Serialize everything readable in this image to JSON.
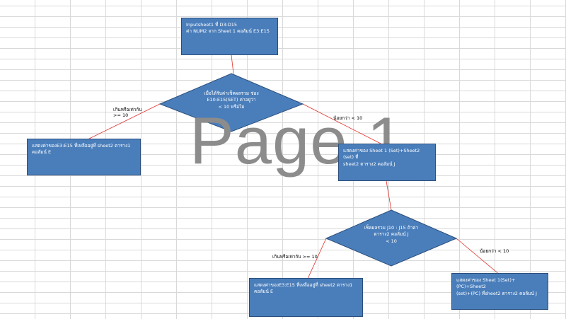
{
  "watermark": "Page 1",
  "colors": {
    "shape_fill": "#4a7ebb",
    "shape_border": "#2c4f7c",
    "connector": "#e0302a",
    "grid": "#d9d9d9"
  },
  "flowchart": {
    "start_box": {
      "line1": "Inputsheet1 ที่ D3:D15",
      "line2": "ค่า NUM2 จาก Sheet 1 คอลัมน์ E3:E15"
    },
    "decision1": {
      "line1": "เมื่อได้รับค่าเช็คผลรวม ช่อง",
      "line2": "E10:E15(SET) ค่าอยู่ว่า",
      "line3": "< 10 หรือไม่"
    },
    "label_d1_left": {
      "line1": "เกินหรือเท่ากับ",
      "line2": ">= 10"
    },
    "label_d1_right": "น้อยกว่า  < 10",
    "left_box": {
      "line1": "แสดงค่าของE3:E15 ที่เหลืออยู่ที่  sheet2 ตาราง1",
      "line2": "คอลัมน์ E"
    },
    "right_box": {
      "line1": "แสดงค่าของ Sheet 1 (Set)+Sheet2  (set) ที่",
      "line2": "sheet2 ตาราง2 คอลัมน์ J"
    },
    "decision2": {
      "line1": "เช็คผลรวม J10 : J15 ถ้าค่า",
      "line2": "ตาราง2 คอลัมน์ J",
      "line3": "< 10"
    },
    "label_d2_left": "เกินหรือเท่ากับ  >= 10",
    "label_d2_right": "น้อยกว่า < 10",
    "bottom_left_box": {
      "line1": "แสดงค่าของE3:E15 ที่เหลืออยู่ที่ sheet2 ตาราง1",
      "line2": "คอลัมน์ E"
    },
    "bottom_right_box": {
      "line1": "แสดงค่าของ Sheet 1(Set)+(PC)+Sheet2",
      "line2": "(set)+(PC) ที่sheet2 ตาราง2  คอลัมน์ J"
    }
  }
}
